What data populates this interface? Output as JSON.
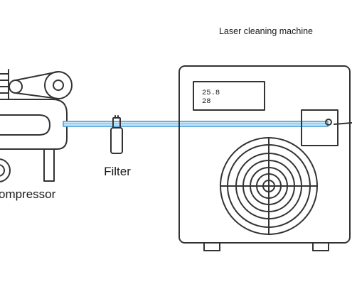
{
  "labels": {
    "machine": "Laser cleaning machine",
    "compressor": "ompressor",
    "filter": "Filter"
  },
  "display": {
    "line1": "25.8",
    "line2": "28"
  },
  "colors": {
    "outline": "#333333",
    "air_line": "#49a4dc",
    "air_line_inner": "#c9e6f7"
  }
}
